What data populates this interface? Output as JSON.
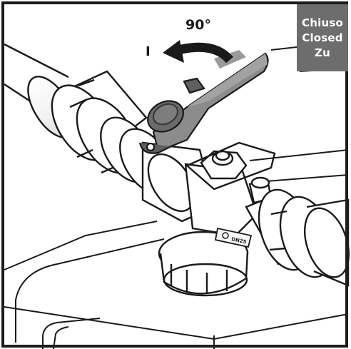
{
  "figure": {
    "rotation_label": "90°",
    "position_mark": "I",
    "status_labels": [
      "Chiuso",
      "Closed",
      "Zu"
    ],
    "valve_stamp": "DN25",
    "colors": {
      "status_box": "#6d6d6d",
      "lever": "#8c8c8c",
      "lever_dark": "#5f5f5f",
      "outline": "#1a1a1a"
    },
    "icons": [
      "rotation-arrow-icon"
    ]
  }
}
